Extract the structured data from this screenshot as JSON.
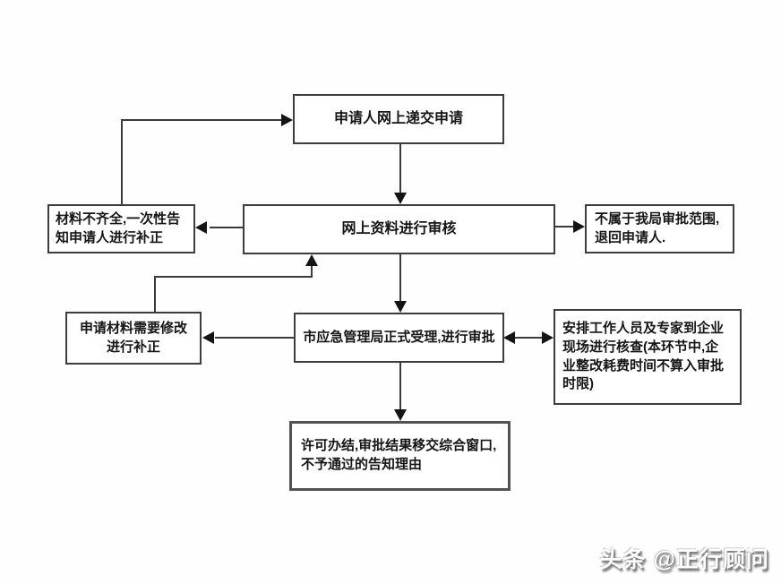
{
  "diagram": {
    "type": "flowchart",
    "nodes": {
      "submit": {
        "label": "申请人网上递交申请"
      },
      "review": {
        "label": "网上资料进行审核"
      },
      "incomplete": {
        "label": "材料不齐全,一次性告\n知申请人进行补正"
      },
      "reject": {
        "label": "不属于我局审批范围,\n退回申请人."
      },
      "accept": {
        "label": "市应急管理局正式受理,进行审批"
      },
      "modify": {
        "label": "申请材料需要修改\n进行补正"
      },
      "inspect": {
        "label": "安排工作人员及专家到企业\n现场进行核查(本环节中,企\n业整改耗费时间不算入审批\n时限)"
      },
      "result": {
        "label": "许可办结,审批结果移交综合窗口,\n不予通过的告知理由"
      }
    },
    "edges": [
      {
        "from": "submit",
        "to": "review",
        "style": "arrow"
      },
      {
        "from": "review",
        "to": "incomplete",
        "style": "arrow"
      },
      {
        "from": "review",
        "to": "reject",
        "style": "arrow"
      },
      {
        "from": "incomplete",
        "to": "submit",
        "style": "arrow"
      },
      {
        "from": "review",
        "to": "accept",
        "style": "arrow"
      },
      {
        "from": "accept",
        "to": "modify",
        "style": "arrow"
      },
      {
        "from": "modify",
        "to": "review",
        "style": "arrow"
      },
      {
        "from": "accept",
        "to": "inspect",
        "style": "double-arrow"
      },
      {
        "from": "accept",
        "to": "result",
        "style": "arrow"
      }
    ]
  },
  "watermark": {
    "text": "头条 @正行顾问"
  },
  "colors": {
    "background": "#fefefe",
    "box_border": "#3d3d3d",
    "line": "#3b3b3b",
    "text": "#151515",
    "watermark_shadow": "#6e6e6e"
  }
}
